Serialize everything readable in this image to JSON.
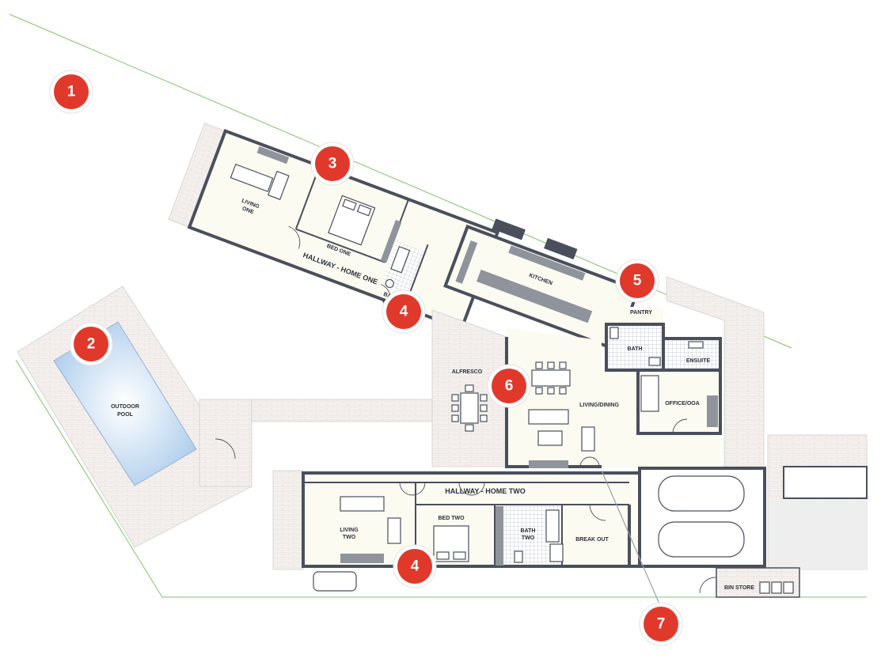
{
  "rooms": {
    "living_one": [
      "LIVING",
      "ONE"
    ],
    "bed_one": "BED ONE",
    "bath_one": [
      "BATH",
      "ONE"
    ],
    "hallway_one": "HALLWAY - HOME ONE",
    "kitchen": "KITCHEN",
    "pantry": "PANTRY",
    "bath": "BATH",
    "ensuite": "ENSUITE",
    "office": "OFFICE/OOA",
    "living_dining": "LIVING/DINING",
    "alfresco": "ALFRESCO",
    "pool": [
      "OUTDOOR",
      "POOL"
    ],
    "hallway_two": "HALLWAY - HOME TWO",
    "living_two": [
      "LIVING",
      "TWO"
    ],
    "bed_two": "BED TWO",
    "bath_two": [
      "BATH",
      "TWO"
    ],
    "break_out": "BREAK OUT",
    "bin_store": "BIN STORE"
  },
  "markers": [
    "1",
    "2",
    "3",
    "4",
    "4",
    "5",
    "6",
    "7"
  ],
  "colors": {
    "marker": "#e0392b",
    "wall": "#4a4f5c",
    "floor": "#fbfbf1",
    "boundary": "#7fc46a",
    "pool_water": "#a9cbec"
  }
}
